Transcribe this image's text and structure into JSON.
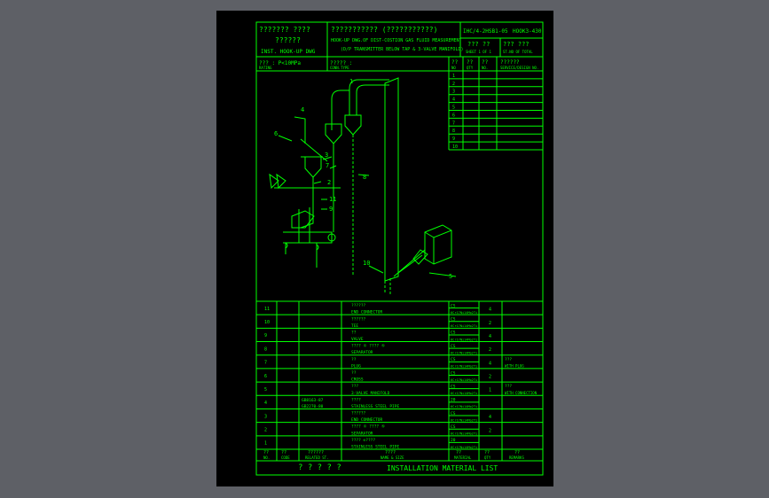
{
  "header": {
    "title_cn_1": "??????? ????",
    "title_cn_2": "??????",
    "title_en": "INST. HOOK-UP DWG",
    "desc_cn": "??????????? (???????????)",
    "desc_en_1": "HOOK-UP DWG.OF DIST-COSTION GAS FLUID MEASUREMENT",
    "desc_en_2": "(D/P TRANSMITTER BELOW TAP & 3-VALVE MANIFOLD)",
    "doc_no": "IHC/4-2HSB1-05",
    "doc_code": "HOOK3-430",
    "sheet_cn": "??? ??",
    "sheet_en": "SHEET 1 OF 1",
    "total_cn": "??? ???",
    "total_en": "ST.NO OF TOTAL",
    "rating_cn": "??? : P<10MPa",
    "rating_en": "RATING",
    "type_cn": "????? :",
    "type_en": "CONN.TYPE"
  },
  "tag_table": {
    "col_no_cn": "??",
    "col_no_en": "NO",
    "col_qty_cn": "??",
    "col_qty_en": "QTY",
    "col_tag_cn": "??",
    "col_tag_en": "NO.",
    "col_service_cn": "??????",
    "col_service_en": "SERVICE/DESIGN NO.",
    "rows": [
      "1",
      "2",
      "3",
      "4",
      "5",
      "6",
      "7",
      "8",
      "9",
      "10"
    ]
  },
  "callouts": [
    "4",
    "6",
    "3",
    "7",
    "2",
    "11",
    "9",
    "8",
    "10",
    "5",
    "1"
  ],
  "parts": [
    {
      "no": "11",
      "std": "",
      "desc_cn": "??????",
      "desc_en": "END CONNECTOR",
      "mat1": "CS",
      "mat2": "6Cr17Ni14Mo2Ti",
      "qty": "4",
      "remark_cn": "",
      "remark_en": ""
    },
    {
      "no": "10",
      "std": "",
      "desc_cn": "??????",
      "desc_en": "TEE",
      "mat1": "CS",
      "mat2": "6Cr17Ni14Mo2Ti",
      "qty": "2",
      "remark_cn": "",
      "remark_en": ""
    },
    {
      "no": "9",
      "std": "",
      "desc_cn": "??",
      "desc_en": "VALVE",
      "mat1": "CS",
      "mat2": "6Cr17Ni14Mo2Ti",
      "qty": "4",
      "remark_cn": "",
      "remark_en": ""
    },
    {
      "no": "8",
      "std": "",
      "desc_cn": "???? ① ???? ⑤",
      "desc_en": "SEPARATOR",
      "mat1": "CS",
      "mat2": "6Cr17Ni14Mo2Ti",
      "qty": "2",
      "remark_cn": "",
      "remark_en": ""
    },
    {
      "no": "7",
      "std": "",
      "desc_cn": "??",
      "desc_en": "PLUG",
      "mat1": "CS",
      "mat2": "6Cr17Ni14Mo2Ti",
      "qty": "4",
      "remark_cn": "???",
      "remark_en": "WITH PLUG"
    },
    {
      "no": "6",
      "std": "",
      "desc_cn": "??",
      "desc_en": "CROSS",
      "mat1": "CS",
      "mat2": "6Cr17Ni14Mo2Ti",
      "qty": "2",
      "remark_cn": "",
      "remark_en": ""
    },
    {
      "no": "5",
      "std": "",
      "desc_cn": "???",
      "desc_en": "3-VALVE MANIFOLD",
      "mat1": "CS",
      "mat2": "6Cr17Ni14Mo2Ti",
      "qty": "1",
      "remark_cn": "???",
      "remark_en": "WITH CONNECTION"
    },
    {
      "no": "4",
      "std": "GB8163-87 GB2270-80",
      "desc_cn": "????",
      "desc_en": "STAINLESS STEEL PIPE",
      "mat1": "20",
      "mat2": "6Cr17Ni14Mo2Ti",
      "qty": "",
      "remark_cn": "",
      "remark_en": ""
    },
    {
      "no": "3",
      "std": "",
      "desc_cn": "??????",
      "desc_en": "END CONNECTOR",
      "mat1": "CS",
      "mat2": "6Cr17Ni14Mo2Ti",
      "qty": "4",
      "remark_cn": "",
      "remark_en": ""
    },
    {
      "no": "2",
      "std": "",
      "desc_cn": "???? ① ???? ⑤",
      "desc_en": "SEPARATOR",
      "mat1": "CS",
      "mat2": "6Cr17Ni14Mo2Ti",
      "qty": "2",
      "remark_cn": "",
      "remark_en": ""
    },
    {
      "no": "1",
      "std": "",
      "desc_cn": "???? ⊙????",
      "desc_en": "STAINLESS STEEL PIPE",
      "mat1": "20",
      "mat2": "6Cr17Ni14Mo2Ti",
      "qty": "",
      "remark_cn": "",
      "remark_en": ""
    }
  ],
  "parts_header": {
    "no_cn": "??",
    "no_en": "NO.",
    "code_cn": "??",
    "code_en": "CODE",
    "std_cn": "??????",
    "std_en": "RELATED ST.",
    "desc_cn": "????",
    "desc_en": "NAME & SIZE",
    "mat_cn": "??",
    "mat_en": "MATERIAL",
    "qty_cn": "??",
    "qty_en": "QTY",
    "remark_cn": "??",
    "remark_en": "REMARKS"
  },
  "footer": {
    "cn": "? ? ? ? ?",
    "en": "INSTALLATION MATERIAL LIST"
  },
  "colors": {
    "line": "#00ff00",
    "background": "#000000",
    "window": "#5e6066"
  }
}
